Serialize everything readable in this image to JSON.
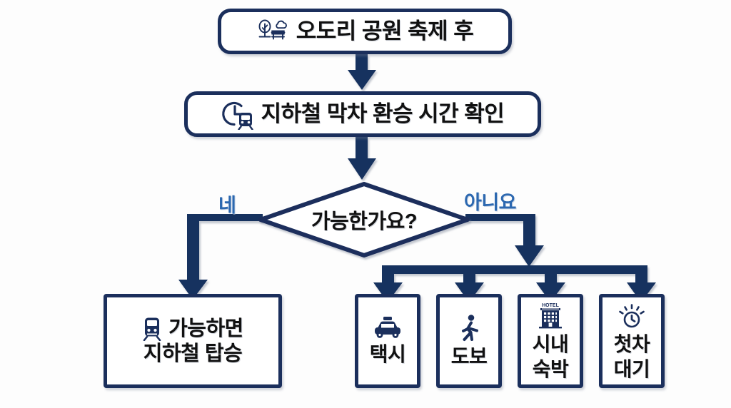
{
  "diagram": {
    "type": "flowchart",
    "title_node": {
      "id": "start",
      "label": "오도리 공원 축제 후",
      "icon": "park-bench-tree-cloud-icon",
      "shape": "rounded-rectangle"
    },
    "process_node": {
      "id": "check",
      "label": "지하철 막차 환승 시간 확인",
      "icon": "clock-train-icon",
      "shape": "rounded-rectangle"
    },
    "decision_node": {
      "id": "decision",
      "label": "가능한가요?",
      "shape": "diamond"
    },
    "branches": {
      "yes_label": "네",
      "no_label": "아니요"
    },
    "yes_outcome": {
      "id": "subway",
      "line1": "가능하면",
      "line2": "지하철 탑승",
      "icon": "train-icon",
      "shape": "rectangle"
    },
    "no_outcomes": [
      {
        "id": "taxi",
        "line1": "택시",
        "line2": "",
        "icon": "taxi-icon",
        "shape": "rectangle"
      },
      {
        "id": "walk",
        "line1": "도보",
        "line2": "",
        "icon": "walking-person-icon",
        "shape": "rectangle"
      },
      {
        "id": "hotel",
        "line1": "시내",
        "line2": "숙박",
        "icon": "hotel-building-icon",
        "icon_caption": "HOTEL",
        "shape": "rectangle"
      },
      {
        "id": "wait",
        "line1": "첫차",
        "line2": "대기",
        "icon": "sunrise-clock-icon",
        "shape": "rectangle"
      }
    ],
    "colors": {
      "border": "#1b2f5c",
      "connector": "#15305e",
      "text": "#111111",
      "branch_label": "#2c68b0",
      "background": "#fdfdfd",
      "node_fill": "#ffffff"
    }
  }
}
